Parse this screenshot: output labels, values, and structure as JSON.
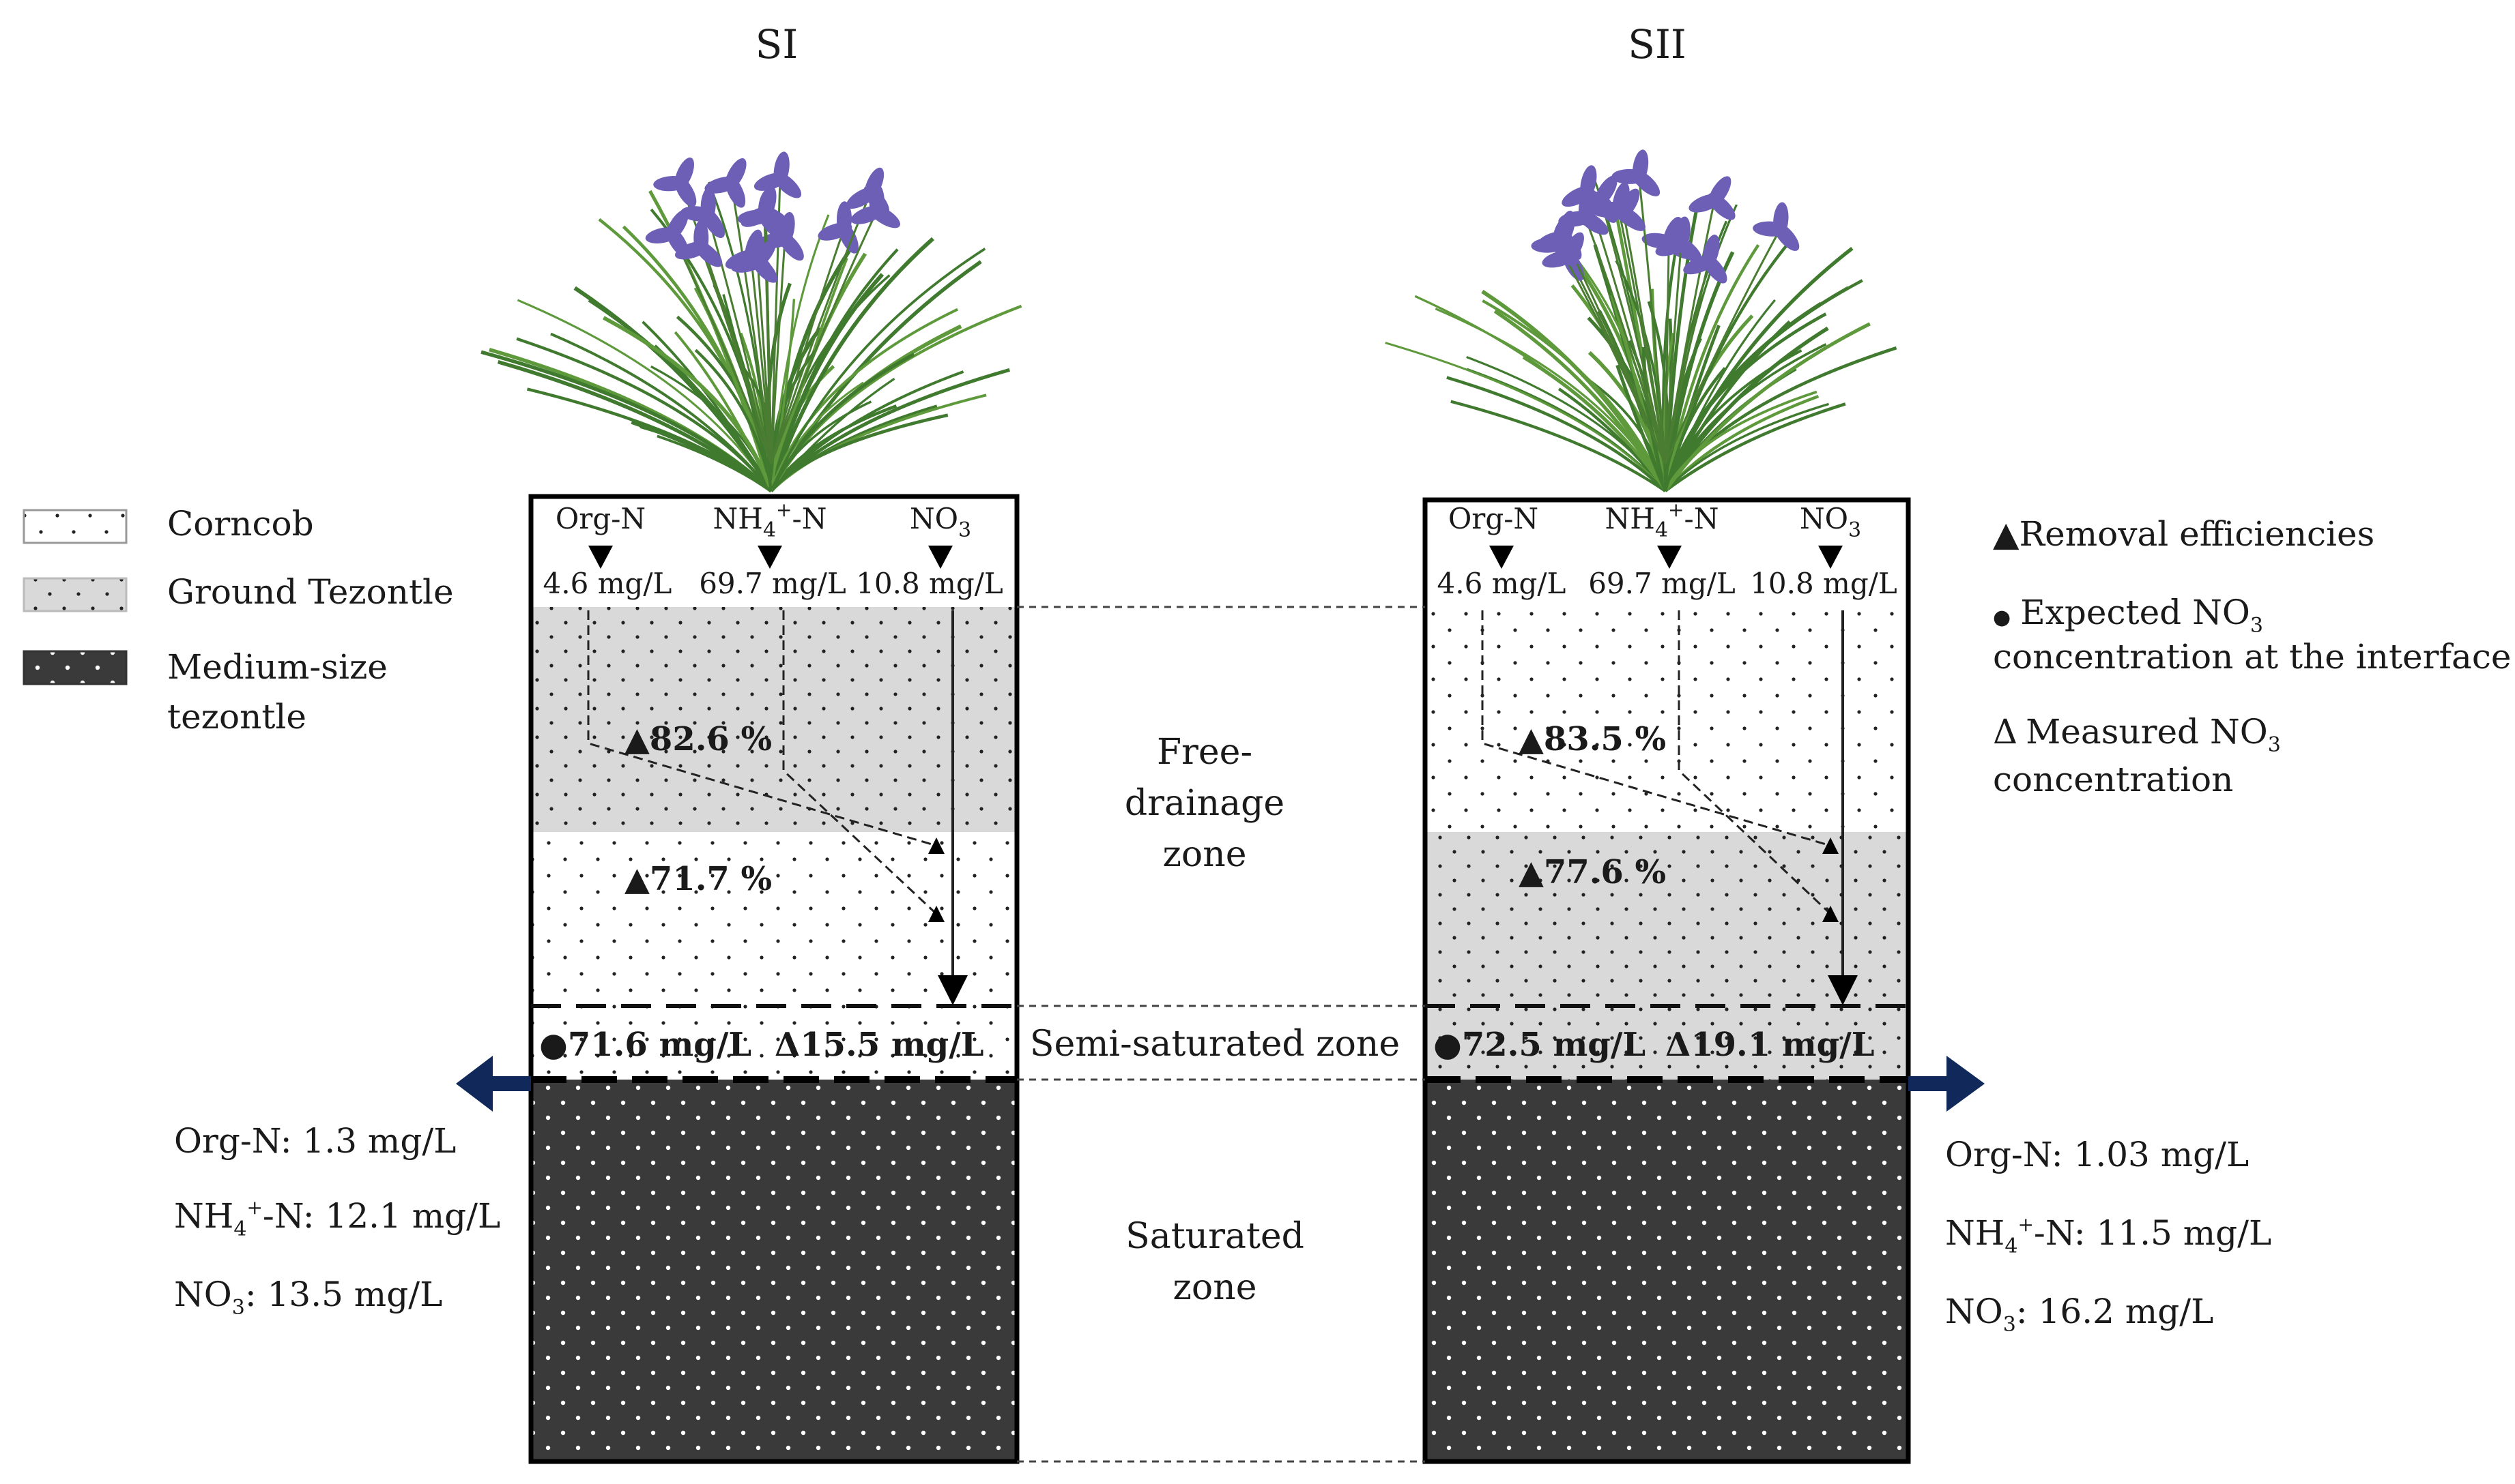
{
  "systems": {
    "s1": {
      "title": "SI",
      "inputs": [
        {
          "label": "Org-N",
          "value": "4.6 mg/L"
        },
        {
          "label": "NH",
          "label_sub": "4",
          "label_sup": "+",
          "label_tail": "-N",
          "value": "69.7 mg/L"
        },
        {
          "label": "NO",
          "label_sub": "3",
          "value": "10.8 mg/L"
        }
      ],
      "efficiency_upper": "82.6 %",
      "efficiency_lower": "71.7 %",
      "expected_no3": "71.6 mg/L",
      "measured_no3": "15.5 mg/L",
      "outputs": [
        {
          "label": "Org-N: 1.3 mg/L"
        },
        {
          "label": "NH",
          "sub": "4",
          "sup": "+",
          "tail": "-N: 12.1 mg/L"
        },
        {
          "label": "NO",
          "sub": "3",
          "tail": ": 13.5 mg/L"
        }
      ]
    },
    "s2": {
      "title": "SII",
      "inputs": [
        {
          "label": "Org-N",
          "value": "4.6 mg/L"
        },
        {
          "label": "NH",
          "label_sub": "4",
          "label_sup": "+",
          "label_tail": "-N",
          "value": "69.7 mg/L"
        },
        {
          "label": "NO",
          "label_sub": "3",
          "value": "10.8 mg/L"
        }
      ],
      "efficiency_upper": "83.5 %",
      "efficiency_lower": "77.6 %",
      "expected_no3": "72.5 mg/L",
      "measured_no3": "19.1 mg/L",
      "outputs": [
        {
          "label": "Org-N: 1.03 mg/L"
        },
        {
          "label": "NH",
          "sub": "4",
          "sup": "+",
          "tail": "-N: 11.5 mg/L"
        },
        {
          "label": "NO",
          "sub": "3",
          "tail": ": 16.2 mg/L"
        }
      ]
    }
  },
  "legend": {
    "corncob": "Corncob",
    "ground_tezontle": "Ground Tezontle",
    "medium_tezontle_line1": "Medium-size",
    "medium_tezontle_line2": "tezontle"
  },
  "zones": {
    "free_drainage_line1": "Free-",
    "free_drainage_line2": "drainage",
    "free_drainage_line3": "zone",
    "semi_saturated": "Semi-saturated zone",
    "saturated_line1": "Saturated",
    "saturated_line2": "zone"
  },
  "notes": {
    "removal": "Removal efficiencies",
    "expected_line1": "Expected NO",
    "expected_sub": "3",
    "expected_line2": "concentration at the interface",
    "measured_line1": "Measured NO",
    "measured_sub": "3",
    "measured_line2": "concentration"
  },
  "symbols": {
    "triangle": "▲",
    "dot": "●",
    "delta": "Δ"
  },
  "colors": {
    "corncob_fill": "#ffffff",
    "ground_tezontle_fill": "#d9d9d9",
    "medium_tezontle_fill": "#3a3a3a",
    "arrow_blue": "#10295a",
    "flower_purple": "#6d5fb5",
    "leaf_green": "#3f7a2e"
  }
}
